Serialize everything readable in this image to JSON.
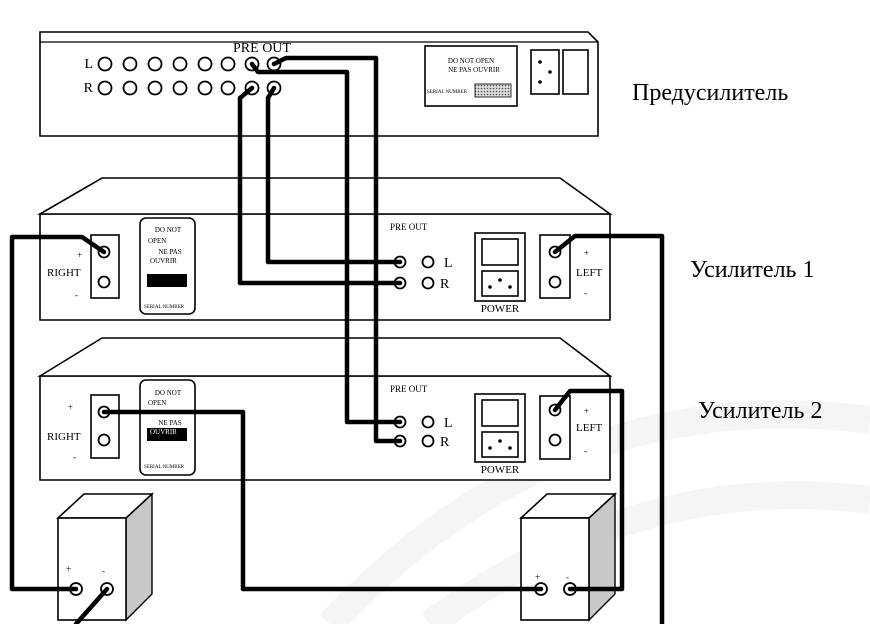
{
  "labels": {
    "preamp": "Предусилитель",
    "amp1": "Усилитель 1",
    "amp2": "Усилитель 2"
  },
  "preamp": {
    "pre_out": "PRE OUT",
    "l": "L",
    "r": "R",
    "warning_line1": "DO NOT OPEN",
    "warning_line2": "NE PAS OUVRIR",
    "serial": "SERIAL NUMBER"
  },
  "amp1": {
    "pre_out": "PRE OUT",
    "l": "L",
    "r": "R",
    "right": "RIGHT",
    "left": "LEFT",
    "plus": "+",
    "minus": "-",
    "power": "POWER",
    "warn1": "DO NOT",
    "warn2": "OPEN",
    "warn3": "NE PAS",
    "warn4": "OUVRIR",
    "serial": "SERIAL NUMBER"
  },
  "amp2": {
    "pre_out": "PRE OUT",
    "l": "L",
    "r": "R",
    "right": "RIGHT",
    "left": "LEFT",
    "plus": "+",
    "minus": "-",
    "power": "POWER",
    "warn1": "DO NOT",
    "warn2": "OPEN",
    "warn3": "NE PAS",
    "warn4": "OUVRIR",
    "serial": "SERIAL NUMBER"
  },
  "speakers": {
    "plus": "+",
    "minus": "-"
  }
}
